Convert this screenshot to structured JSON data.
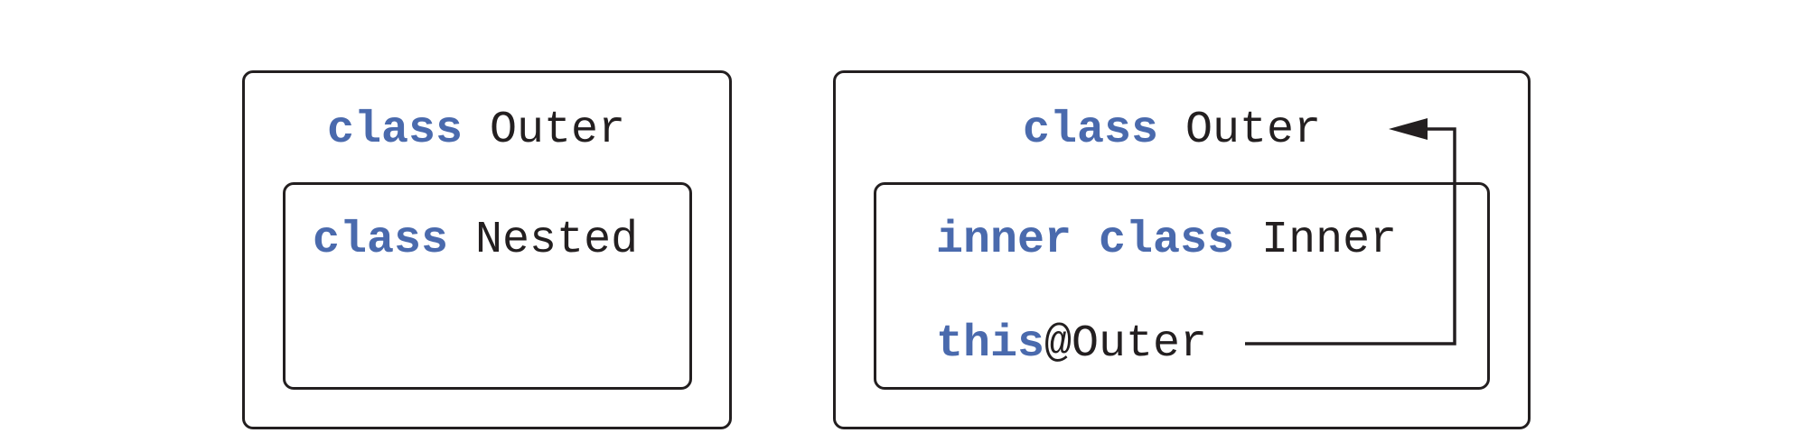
{
  "colors": {
    "keyword": "#4a6aad",
    "text": "#231f20",
    "border": "#231f20",
    "background": "#ffffff"
  },
  "left_panel": {
    "outer": {
      "keyword": "class",
      "name": "Outer"
    },
    "nested": {
      "keyword": "class",
      "name": "Nested"
    }
  },
  "right_panel": {
    "outer": {
      "keyword": "class",
      "name": "Outer"
    },
    "inner": {
      "modifier": "inner",
      "keyword": "class",
      "name": "Inner"
    },
    "reference": {
      "keyword": "this",
      "label": "@Outer"
    }
  }
}
